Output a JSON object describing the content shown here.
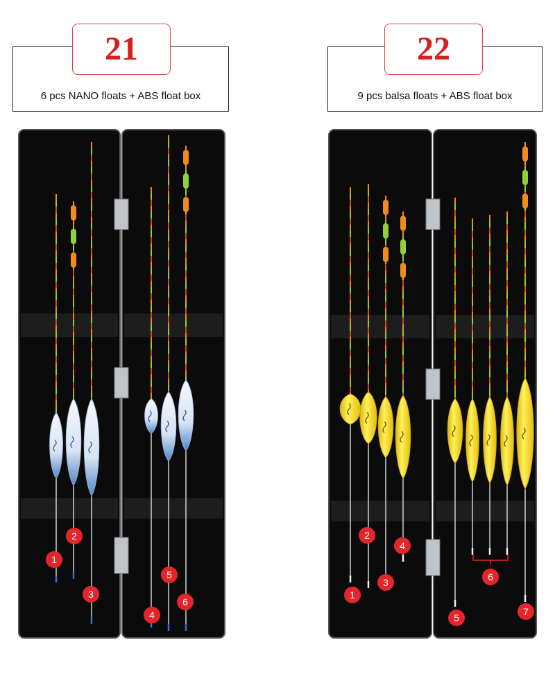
{
  "products": [
    {
      "number": "21",
      "caption": "6 pcs NANO floats + ABS float box",
      "markers": [
        "1",
        "2",
        "3",
        "4",
        "5",
        "6"
      ]
    },
    {
      "number": "22",
      "caption": "9 pcs balsa floats + ABS float box",
      "markers": [
        "1",
        "2",
        "3",
        "4",
        "5",
        "6",
        "7"
      ]
    }
  ],
  "colors": {
    "box": "#0b0b0b",
    "marker": "#e3262b",
    "nano_float": "#dfe9f5",
    "balsa_float": "#f3dc1c",
    "tip_orange": "#f08c1e",
    "tip_green": "#8fd13a"
  }
}
